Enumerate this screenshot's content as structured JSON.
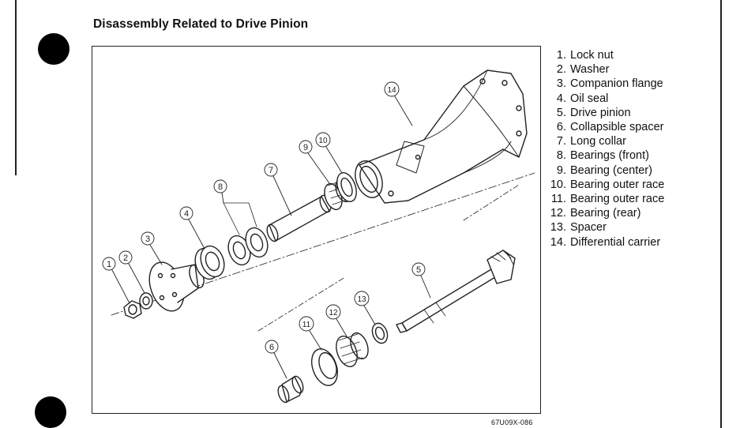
{
  "page": {
    "title": "Disassembly Related to Drive Pinion",
    "figure_code": "67U09X-086"
  },
  "figure": {
    "callouts": [
      {
        "num": "1",
        "part": "lock-nut"
      },
      {
        "num": "2",
        "part": "washer"
      },
      {
        "num": "3",
        "part": "companion-flange"
      },
      {
        "num": "4",
        "part": "oil-seal"
      },
      {
        "num": "5",
        "part": "drive-pinion"
      },
      {
        "num": "6",
        "part": "collapsible-spacer"
      },
      {
        "num": "7",
        "part": "long-collar"
      },
      {
        "num": "8",
        "part": "bearings-front"
      },
      {
        "num": "9",
        "part": "bearing-center"
      },
      {
        "num": "10",
        "part": "bearing-outer-race"
      },
      {
        "num": "11",
        "part": "bearing-outer-race"
      },
      {
        "num": "12",
        "part": "bearing-rear"
      },
      {
        "num": "13",
        "part": "spacer"
      },
      {
        "num": "14",
        "part": "differential-carrier"
      }
    ]
  },
  "legend": {
    "items": [
      {
        "num": "1.",
        "label": "Lock nut"
      },
      {
        "num": "2.",
        "label": "Washer"
      },
      {
        "num": "3.",
        "label": "Companion flange"
      },
      {
        "num": "4.",
        "label": "Oil seal"
      },
      {
        "num": "5.",
        "label": "Drive pinion"
      },
      {
        "num": "6.",
        "label": "Collapsible spacer"
      },
      {
        "num": "7.",
        "label": "Long collar"
      },
      {
        "num": "8.",
        "label": "Bearings (front)"
      },
      {
        "num": "9.",
        "label": "Bearing (center)"
      },
      {
        "num": "10.",
        "label": "Bearing outer race"
      },
      {
        "num": "11.",
        "label": "Bearing outer race"
      },
      {
        "num": "12.",
        "label": "Bearing (rear)"
      },
      {
        "num": "13.",
        "label": "Spacer"
      },
      {
        "num": "14.",
        "label": "Differential carrier"
      }
    ]
  }
}
